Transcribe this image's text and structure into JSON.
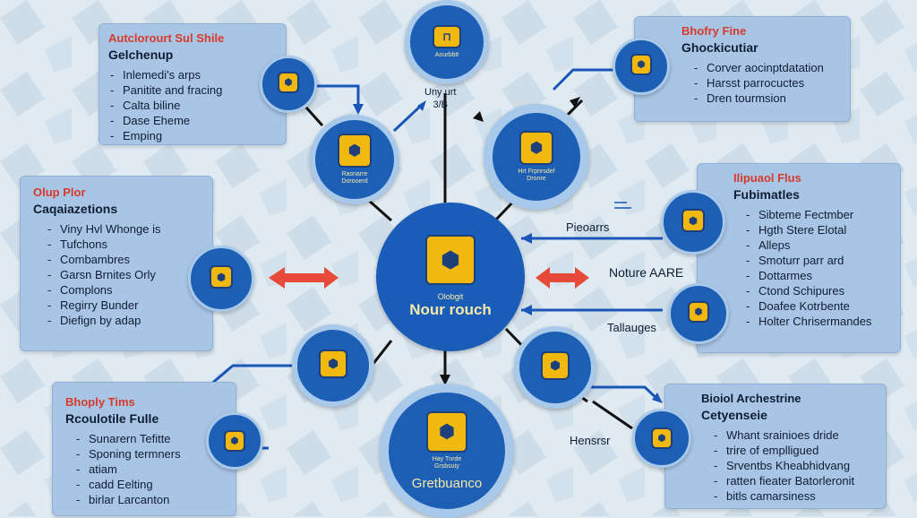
{
  "center": {
    "caption": "Olobgit",
    "title": "Nour rouch"
  },
  "top_node": {
    "label": "Aourbbtt"
  },
  "top_node_caption": {
    "line1": "Uny urt",
    "line2": "3/B"
  },
  "bottom_node": {
    "label": "Hay Tnrde Grsbsuty",
    "caption": "Gretbuanco"
  },
  "satellites": {
    "upper_left": "Rasnarre Dorooerd",
    "upper_right": "Hrt Frpnrsdef Dronre",
    "left": "",
    "right_upper": "",
    "right_lower": "",
    "lower_left": "",
    "lower_right": "",
    "small_tl": "",
    "small_tr": ""
  },
  "edge_labels": {
    "pieoarrs": "Pieoarrs",
    "nouture": "Noture AARE",
    "tallauges": "Tallauges",
    "hensrsr": "Hensrsr"
  },
  "panels": [
    {
      "title": "Autclorourt Sul Shile",
      "subtitle": "Gelchenup",
      "items": [
        "Inlemedi's arps",
        "Panitite and fracing",
        "Calta biline",
        "Dase Eheme",
        "Emping"
      ]
    },
    {
      "title": "Bhofry Fine",
      "subtitle": "Ghockicutiar",
      "items": [
        "Corver aocinptdatation",
        "Harsst parrocuctes",
        "Dren tourmsion"
      ]
    },
    {
      "title": "Olup Plor",
      "subtitle": "Caqaiazetions",
      "items": [
        "Viny Hvl Whonge is",
        "Tufchons",
        "Combambres",
        "Garsn Brnites Orly",
        "Complons",
        "Regirry Bunder",
        "Diefign by adap"
      ]
    },
    {
      "title": "Ilipuaol Flus",
      "subtitle": "Fubimatles",
      "items": [
        "Sibteme Fectmber",
        "Hgth Stere Elotal",
        "Alleps",
        "Smoturr parr ard",
        "Dottarmes",
        "Ctond Schipures",
        "Doafee Kotrbente",
        "Holter Chrisermandes"
      ]
    },
    {
      "title": "Bhoply Tims",
      "subtitle": "Rcoulotile Fulle",
      "items": [
        "Sunarern Tefitte",
        "Sponing termners",
        "atiam",
        "cadd Eelting",
        "birlar Larcanton"
      ]
    },
    {
      "title": "Bioiol Archestrine",
      "subtitle": "Cetyenseie",
      "items": [
        "Whant srainioes dride",
        "trire of emplligued",
        "Srventbs Kheabhidvang",
        "ratten fieater Batorleronit",
        "bitls camarsiness"
      ]
    }
  ]
}
